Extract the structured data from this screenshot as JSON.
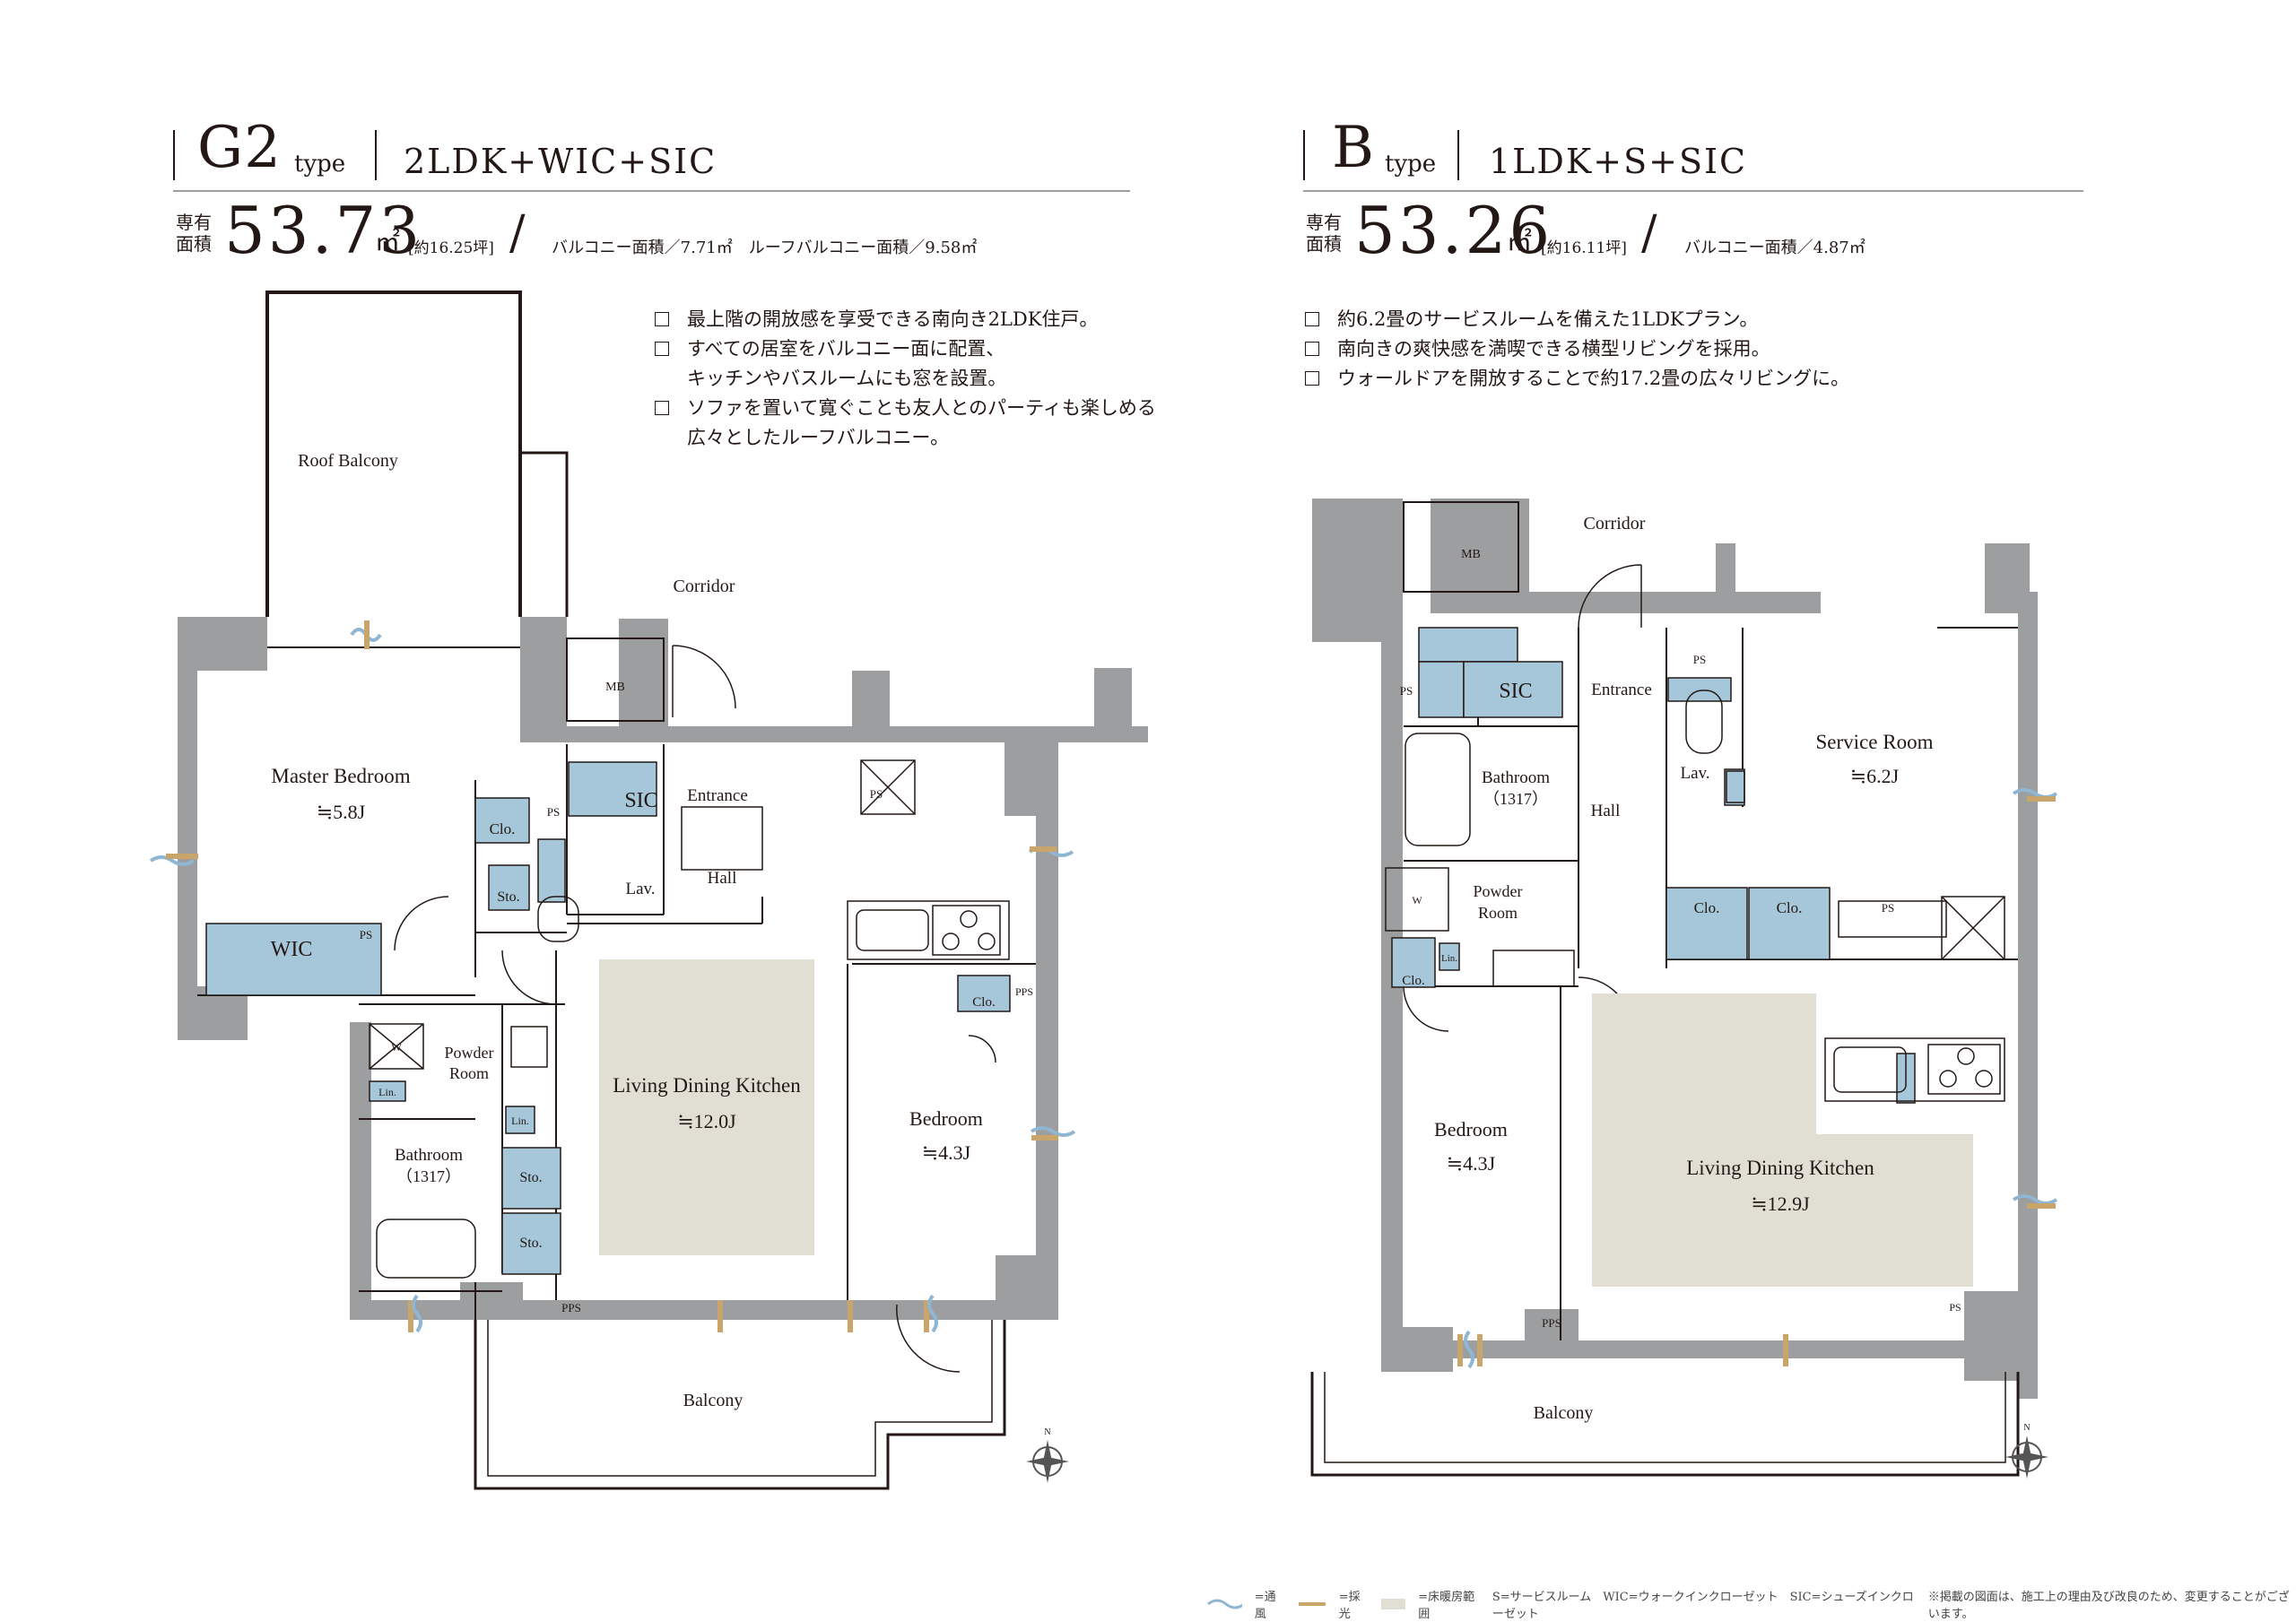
{
  "left": {
    "type_letter": "G2",
    "type_word": "type",
    "plan": "2LDK+WIC+SIC",
    "area_label_1": "専有",
    "area_label_2": "面積",
    "area_value": "53.73",
    "area_unit": "㎡",
    "area_tsubo": "[約16.25坪]",
    "balcony_area": "バルコニー面積／7.71㎡　ルーフバルコニー面積／9.58㎡",
    "bullets": [
      "最上階の開放感を享受できる南向き2LDK住戸。",
      "すべての居室をバルコニー面に配置、",
      "キッチンやバスルームにも窓を設置。",
      "ソファを置いて寛ぐことも友人とのパーティも楽しめる",
      "広々としたルーフバルコニー。"
    ],
    "rooms": {
      "roof_balcony": "Roof Balcony",
      "corridor": "Corridor",
      "mb": "MB",
      "master_bedroom": "Master Bedroom",
      "master_size": "≒5.8J",
      "clo1": "Clo.",
      "ps1": "PS",
      "sic": "SIC",
      "entrance": "Entrance",
      "ps2": "PS",
      "sto1": "Sto.",
      "lav": "Lav.",
      "hall": "Hall",
      "wic": "WIC",
      "ps3": "PS",
      "powder": "Powder",
      "room": "Room",
      "w": "W",
      "lin1": "Lin.",
      "lin2": "Lin.",
      "ldk": "Living Dining Kitchen",
      "ldk_size": "≒12.0J",
      "bedroom": "Bedroom",
      "bedroom_size": "≒4.3J",
      "clo2": "Clo.",
      "pps1": "PPS",
      "bathroom": "Bathroom",
      "bath_size": "（1317）",
      "sto2": "Sto.",
      "sto3": "Sto.",
      "pps2": "PPS",
      "balcony": "Balcony",
      "n": "N"
    }
  },
  "right": {
    "type_letter": "B",
    "type_word": "type",
    "plan": "1LDK+S+SIC",
    "area_label_1": "専有",
    "area_label_2": "面積",
    "area_value": "53.26",
    "area_unit": "㎡",
    "area_tsubo": "[約16.11坪]",
    "balcony_area": "バルコニー面積／4.87㎡",
    "bullets": [
      "約6.2畳のサービスルームを備えた1LDKプラン。",
      "南向きの爽快感を満喫できる横型リビングを採用。",
      "ウォールドアを開放することで約17.2畳の広々リビングに。"
    ],
    "rooms": {
      "corridor": "Corridor",
      "mb": "MB",
      "ps1": "PS",
      "sic": "SIC",
      "entrance": "Entrance",
      "ps2": "PS",
      "service": "Service Room",
      "service_size": "≒6.2J",
      "bathroom": "Bathroom",
      "bath_size": "（1317）",
      "lav": "Lav.",
      "hall": "Hall",
      "w": "W",
      "powder": "Powder",
      "room": "Room",
      "clo1": "Clo.",
      "clo2": "Clo.",
      "ps3": "PS",
      "clo3": "Clo.",
      "lin": "Lin.",
      "bedroom": "Bedroom",
      "bedroom_size": "≒4.3J",
      "ldk": "Living Dining Kitchen",
      "ldk_size": "≒12.9J",
      "pps": "PPS",
      "ps4": "PS",
      "balcony": "Balcony",
      "n": "N"
    }
  },
  "legend": {
    "wind": "=通風",
    "light": "=採光",
    "floorheat": "=床暖房範囲",
    "abbr": "S=サービスルーム　WIC=ウォークインクローゼット　SIC=シューズインクローゼット",
    "note": "※掲載の図面は、施工上の理由及び改良のため、変更することがございます。"
  },
  "colors": {
    "wall": "#9d9e9f",
    "storage": "#a6c7d9",
    "floor": "#e1ded4",
    "wind": "#8fb6d2",
    "light": "#c9a46b"
  }
}
